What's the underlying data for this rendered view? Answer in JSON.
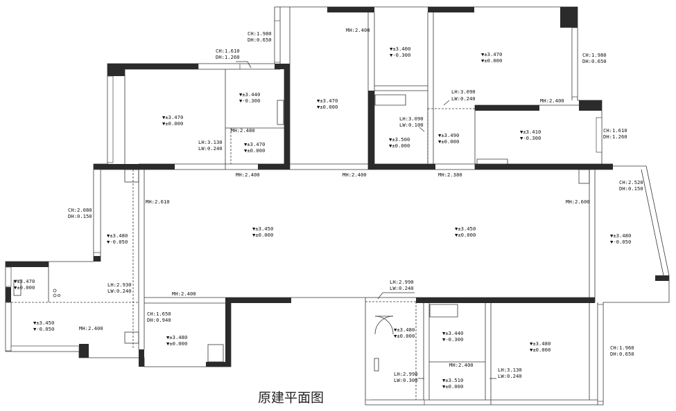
{
  "title": "原建平面图",
  "rooms": [
    {
      "id": "bedroom-nw",
      "top": "▼±3.470",
      "bottom": "▼±0.000"
    },
    {
      "id": "bath-nw",
      "top": "▼±3.440",
      "bottom": "▼-0.300"
    },
    {
      "id": "closet-nw",
      "top": "▼±3.470",
      "bottom": "▼±0.000"
    },
    {
      "id": "bedroom-n",
      "top": "▼±3.470",
      "bottom": "▼±0.000"
    },
    {
      "id": "bath-n",
      "top": "▼±3.400",
      "bottom": "▼-0.300"
    },
    {
      "id": "bedroom-ne",
      "top": "▼±3.470",
      "bottom": "▼±0.000"
    },
    {
      "id": "utility-n",
      "top": "▼±3.500",
      "bottom": "▼±0.000"
    },
    {
      "id": "corridor-n",
      "top": "▼±3.490",
      "bottom": "▼±0.000"
    },
    {
      "id": "bath-ne",
      "top": "▼±3.410",
      "bottom": "▼-0.300"
    },
    {
      "id": "living-w",
      "top": "▼±3.450",
      "bottom": "▼±0.000"
    },
    {
      "id": "living-e",
      "top": "▼±3.450",
      "bottom": "▼±0.000"
    },
    {
      "id": "balcony-w",
      "top": "▼±3.480",
      "bottom": "▼-0.050"
    },
    {
      "id": "balcony-e",
      "top": "▼±3.480",
      "bottom": "▼-0.050"
    },
    {
      "id": "store-sw",
      "top": "▼±3.470",
      "bottom": "▼±0.000"
    },
    {
      "id": "balcony-sw",
      "top": "▼±3.450",
      "bottom": "▼-0.050"
    },
    {
      "id": "kitchen",
      "top": "▼±3.480",
      "bottom": "▼±0.000"
    },
    {
      "id": "entry",
      "top": "▼±3.480",
      "bottom": "▼±0.000"
    },
    {
      "id": "bath-se",
      "top": "▼±3.440",
      "bottom": "▼-0.300"
    },
    {
      "id": "bedroom-se",
      "top": "▼±3.480",
      "bottom": "▼±0.000"
    },
    {
      "id": "closet-se",
      "top": "▼±3.510",
      "bottom": "▼±0.000"
    }
  ],
  "labels": [
    {
      "id": "ch1",
      "l1": "CH:1.980",
      "l2": "DH:0.650"
    },
    {
      "id": "ch2",
      "l1": "CH:1.610",
      "l2": "DH:1.260"
    },
    {
      "id": "mh1",
      "l1": "MH:2.400"
    },
    {
      "id": "ch3",
      "l1": "CH:1.980",
      "l2": "DH:0.650"
    },
    {
      "id": "lh1",
      "l1": "LH:3.090",
      "l2": "LW:0.240"
    },
    {
      "id": "mh2",
      "l1": "MH:2.400"
    },
    {
      "id": "mh3",
      "l1": "MH:2.480"
    },
    {
      "id": "lh2",
      "l1": "LH:3.130",
      "l2": "LW:0.240"
    },
    {
      "id": "lh3",
      "l1": "LH:3.090",
      "l2": "LW:0.100"
    },
    {
      "id": "ch4",
      "l1": "CH:1.610",
      "l2": "DH:1.260"
    },
    {
      "id": "mh4",
      "l1": "MH:2.400"
    },
    {
      "id": "mh5",
      "l1": "MH:2.400"
    },
    {
      "id": "mh6",
      "l1": "MH:2.380"
    },
    {
      "id": "ch5",
      "l1": "CH:2.080",
      "l2": "DH:0.150"
    },
    {
      "id": "mh7",
      "l1": "MH:2.610"
    },
    {
      "id": "mh8",
      "l1": "MH:2.600"
    },
    {
      "id": "ch6",
      "l1": "CH:2.520",
      "l2": "DH:0.150"
    },
    {
      "id": "lh4",
      "l1": "LH:2.930",
      "l2": "LW:0.240"
    },
    {
      "id": "mh9",
      "l1": "MH:2.400"
    },
    {
      "id": "lh5",
      "l1": "LH:2.990",
      "l2": "LW:0.240"
    },
    {
      "id": "ch7",
      "l1": "CH:1.650",
      "l2": "DH:0.940"
    },
    {
      "id": "mh10",
      "l1": "MH:2.400"
    },
    {
      "id": "mh11",
      "l1": "MH:2.400"
    },
    {
      "id": "ch8",
      "l1": "CH:1.960",
      "l2": "DH:0.650"
    },
    {
      "id": "lh6",
      "l1": "LH:2.990",
      "l2": "LW:0.300"
    },
    {
      "id": "lh7",
      "l1": "LH:3.130",
      "l2": "LW:0.240"
    }
  ]
}
